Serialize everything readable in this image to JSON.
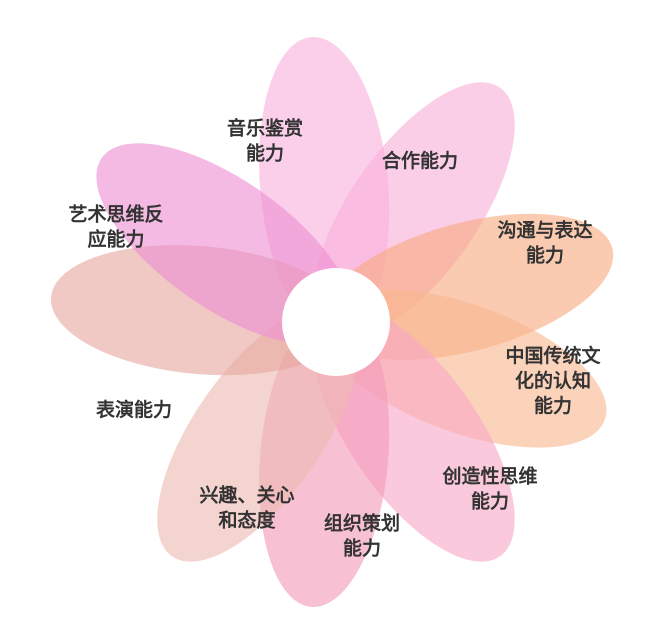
{
  "petals": [
    {
      "id": "music",
      "lines": [
        "音乐鉴赏",
        "能力"
      ],
      "color": "#f8b2dc"
    },
    {
      "id": "cooperation",
      "lines": [
        "合作能力"
      ],
      "color": "#f9b0da"
    },
    {
      "id": "communication",
      "lines": [
        "沟通与表达",
        "能力"
      ],
      "color": "#f7ab7f"
    },
    {
      "id": "culture",
      "lines": [
        "中国传统文",
        "化的认知",
        "能力"
      ],
      "color": "#f8b68f"
    },
    {
      "id": "creativity",
      "lines": [
        "创造性思维",
        "能力"
      ],
      "color": "#f7a8c6"
    },
    {
      "id": "organization",
      "lines": [
        "组织策划",
        "能力"
      ],
      "color": "#f39bb8"
    },
    {
      "id": "interest",
      "lines": [
        "兴趣、关心",
        "和态度"
      ],
      "color": "#edbab0"
    },
    {
      "id": "performance",
      "lines": [
        "表演能力"
      ],
      "color": "#e7a8a0"
    },
    {
      "id": "art-thinking",
      "lines": [
        "艺术思维反",
        "应能力"
      ],
      "color": "#ee8fd2"
    }
  ]
}
